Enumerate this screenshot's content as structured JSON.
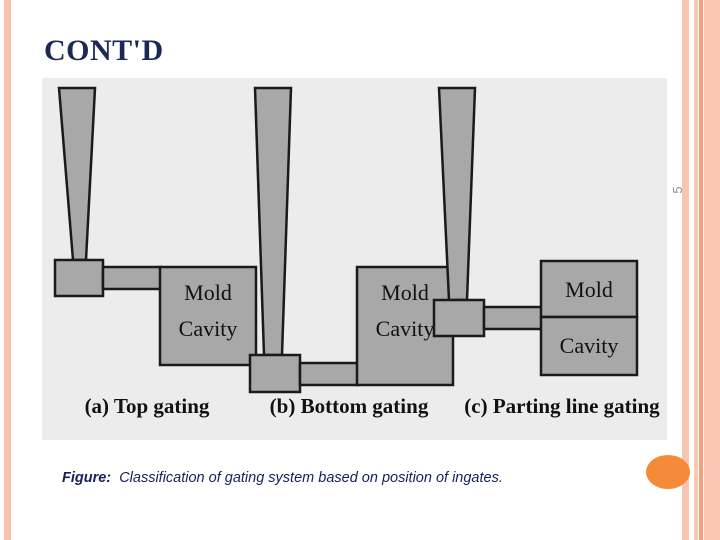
{
  "slide": {
    "title": "CONT'D",
    "page_number": "5",
    "background_color": "#FFFFFF"
  },
  "decor": {
    "accent_peach": "#F7C3AE",
    "accent_orange_stripe": "#F4A078",
    "accent_dot": "#F58A38",
    "left_stripe_name": "left-edge-stripe",
    "right_stripe_names": [
      "right-edge-stripe-1",
      "right-edge-stripe-2",
      "right-edge-stripe-3",
      "right-edge-stripe-4"
    ]
  },
  "figure": {
    "panel_background": "#ECECEC",
    "fill_color": "#A8A8A8",
    "line_color": "#1A1A1A",
    "caption_label": "Figure:",
    "caption_text": "Classification of gating system based on position of ingates.",
    "caption_color": "#16205A",
    "diagrams": [
      {
        "id": "top-gating",
        "caption": "(a) Top gating",
        "cavity_labels": [
          "Mold",
          "Cavity"
        ],
        "split_cavity": false,
        "sprue_position": "left",
        "ingate_position": "top"
      },
      {
        "id": "bottom-gating",
        "caption": "(b) Bottom gating",
        "cavity_labels": [
          "Mold",
          "Cavity"
        ],
        "split_cavity": false,
        "sprue_position": "left",
        "ingate_position": "bottom"
      },
      {
        "id": "parting-line-gating",
        "caption": "(c) Parting line gating",
        "cavity_labels": [
          "Mold",
          "Cavity"
        ],
        "split_cavity": true,
        "sprue_position": "left",
        "ingate_position": "middle"
      }
    ]
  }
}
